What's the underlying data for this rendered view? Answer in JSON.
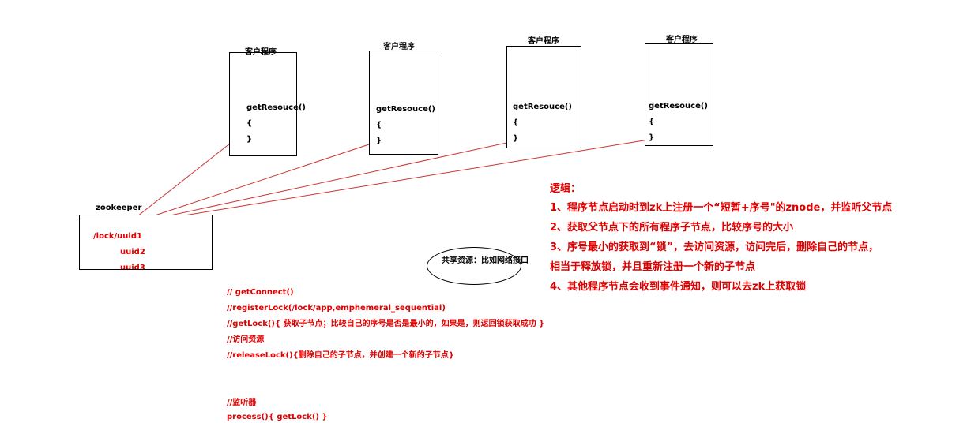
{
  "clients": [
    {
      "title": "客户程序",
      "method": "getResouce()",
      "open": "{",
      "close": "}"
    },
    {
      "title": "客户程序",
      "method": "getResouce()",
      "open": "{",
      "close": "}"
    },
    {
      "title": "客户程序",
      "method": "getResouce()",
      "open": "{",
      "close": "}"
    },
    {
      "title": "客户程序",
      "method": "getResouce()",
      "open": "{",
      "close": "}"
    }
  ],
  "zookeeper": {
    "title": "zookeeper",
    "nodes": [
      "/lock/uuid1",
      "uuid2",
      "uuid3"
    ]
  },
  "shared_resource": {
    "text": "共享资源：比如网络接口"
  },
  "logic": {
    "title": "逻辑：",
    "lines": [
      "1、程序节点启动时到zk上注册一个“短暂+序号\"的znode，并监听父节点",
      "2、获取父节点下的所有程序子节点，比较序号的大小",
      "3、序号最小的获取到“锁”，去访问资源，访问完后，删除自己的节点，",
      "相当于释放锁，并且重新注册一个新的子节点",
      "4、其他程序节点会收到事件通知，则可以去zk上获取锁"
    ]
  },
  "code": [
    "// getConnect()",
    "//registerLock(/lock/app,emphemeral_sequential)",
    "//getLock(){  获取子节点；比较自己的序号是否是最小的，如果是，则返回锁获取成功  }",
    "//访问资源",
    "//releaseLock(){删除自己的子节点，并创建一个新的子节点}",
    "",
    "",
    "//监听器",
    "process(){ getLock()   }"
  ],
  "colors": {
    "red": "#e00000",
    "line": "#cc3333",
    "black": "#000000"
  }
}
